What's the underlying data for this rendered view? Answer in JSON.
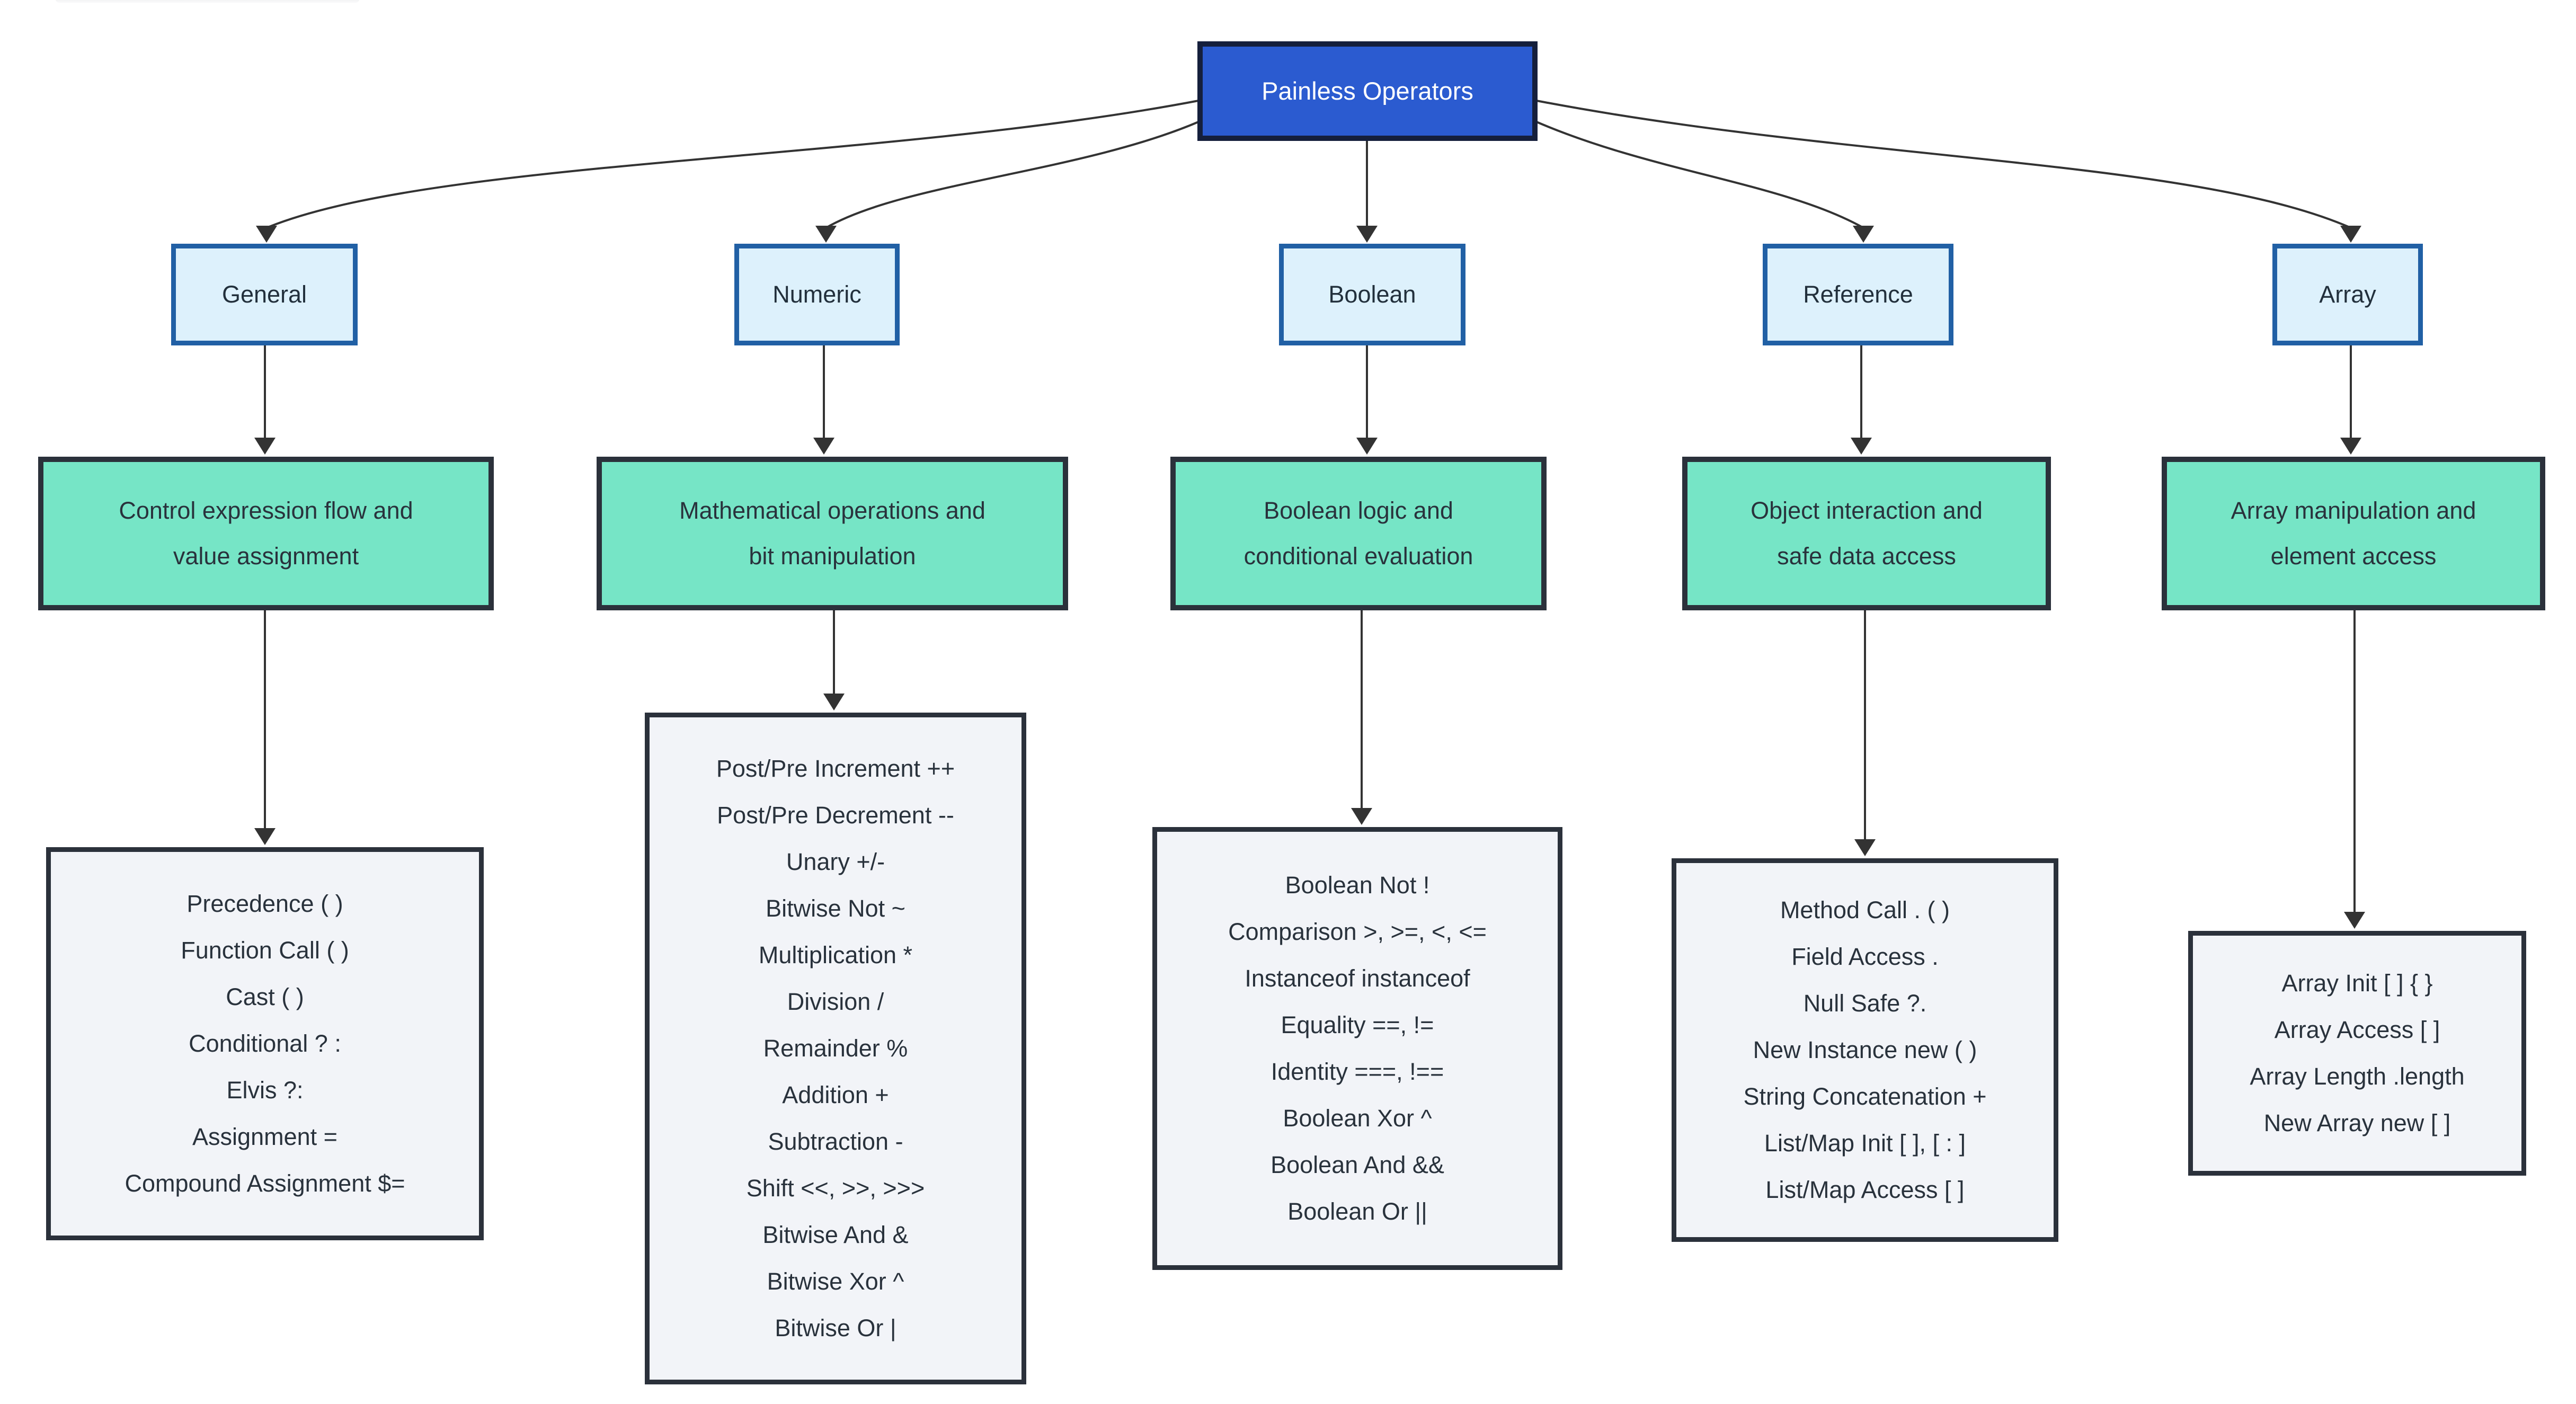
{
  "diagram": {
    "root_label": "Painless Operators",
    "columns": [
      {
        "header": "General",
        "summary": "Control expression flow and\nvalue assignment",
        "items": [
          "Precedence ( )",
          "Function Call ( )",
          "Cast ( )",
          "Conditional ? :",
          "Elvis ?:",
          "Assignment =",
          "Compound Assignment $="
        ]
      },
      {
        "header": "Numeric",
        "summary": "Mathematical operations and\nbit manipulation",
        "items": [
          "Post/Pre Increment ++",
          "Post/Pre Decrement --",
          "Unary +/-",
          "Bitwise Not ~",
          "Multiplication *",
          "Division /",
          "Remainder %",
          "Addition +",
          "Subtraction -",
          "Shift <<, >>, >>>",
          "Bitwise And &",
          "Bitwise Xor ^",
          "Bitwise Or |"
        ]
      },
      {
        "header": "Boolean",
        "summary": "Boolean logic and\nconditional evaluation",
        "items": [
          "Boolean Not !",
          "Comparison >, >=, <, <=",
          "Instanceof instanceof",
          "Equality ==, !=",
          "Identity ===, !==",
          "Boolean Xor ^",
          "Boolean And &&",
          "Boolean Or ||"
        ]
      },
      {
        "header": "Reference",
        "summary": "Object interaction and\nsafe data access",
        "items": [
          "Method Call . ( )",
          "Field Access .",
          "Null Safe ?.",
          "New Instance new ( )",
          "String Concatenation +",
          "List/Map Init [ ], [ : ]",
          "List/Map Access [ ]"
        ]
      },
      {
        "header": "Array",
        "summary": "Array manipulation and\nelement access",
        "items": [
          "Array Init [ ] { }",
          "Array Access [ ]",
          "Array Length .length",
          "New Array new [ ]"
        ]
      }
    ]
  },
  "colors": {
    "root_fill": "#2b5bd0",
    "root_border": "#151f3c",
    "header_fill": "#ddf1fc",
    "header_border": "#2160a5",
    "summary_fill": "#76e5c6",
    "detail_fill": "#f2f4f8",
    "node_border": "#2b313b",
    "edge": "#333333",
    "text_dark": "#29323c",
    "text_light": "#ffffff"
  }
}
